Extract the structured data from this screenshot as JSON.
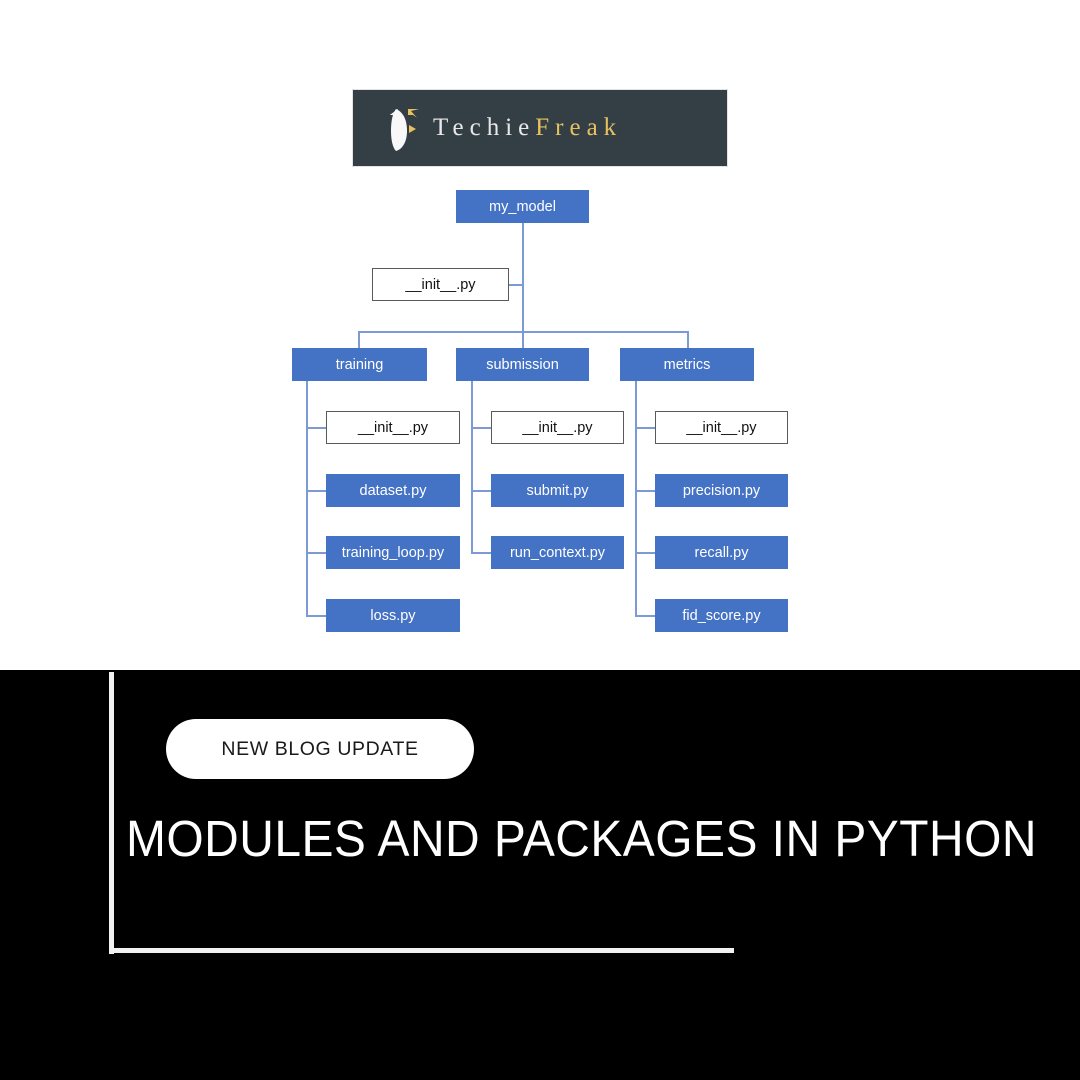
{
  "brand": {
    "name_part1": "Techie",
    "name_part2": "Freak",
    "banner_bg": "#333f45",
    "gold": "#e8c15f",
    "icon": "techiefreak-t-logo"
  },
  "diagram": {
    "node_fill": "#4472c4",
    "connector_color": "#7b9ad6",
    "root": "my_model",
    "root_init": "__init__.py",
    "packages": [
      {
        "name": "training",
        "modules": [
          "__init__.py",
          "dataset.py",
          "training_loop.py",
          "loss.py"
        ]
      },
      {
        "name": "submission",
        "modules": [
          "__init__.py",
          "submit.py",
          "run_context.py"
        ]
      },
      {
        "name": "metrics",
        "modules": [
          "__init__.py",
          "precision.py",
          "recall.py",
          "fid_score.py"
        ]
      }
    ]
  },
  "banner": {
    "pill_label": "NEW BLOG UPDATE",
    "headline": "MODULES AND PACKAGES IN PYTHON",
    "background": "#000000",
    "frame_color": "#f2f2f2"
  }
}
